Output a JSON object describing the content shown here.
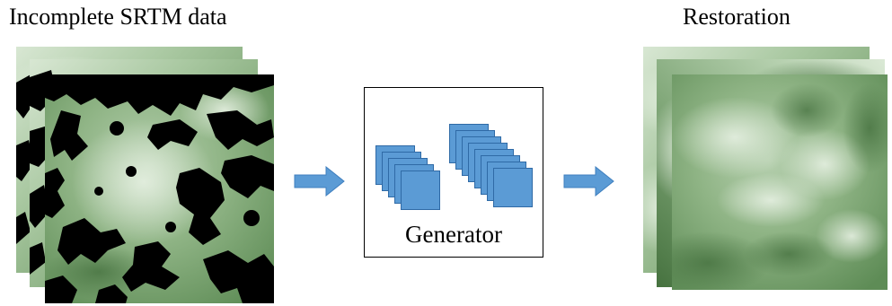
{
  "labels": {
    "input_title": "Incomplete SRTM data",
    "output_title": "Restoration",
    "generator": "Generator"
  },
  "colors": {
    "terrain_light": "#c9dcc4",
    "terrain_mid": "#8fb485",
    "terrain_dark": "#4f7d48",
    "missing": "#000000",
    "layer_fill": "#5b9bd5",
    "arrow_fill": "#5b9bd5"
  },
  "icons": {
    "arrow": "right-arrow-icon",
    "layer": "feature-map-icon"
  }
}
